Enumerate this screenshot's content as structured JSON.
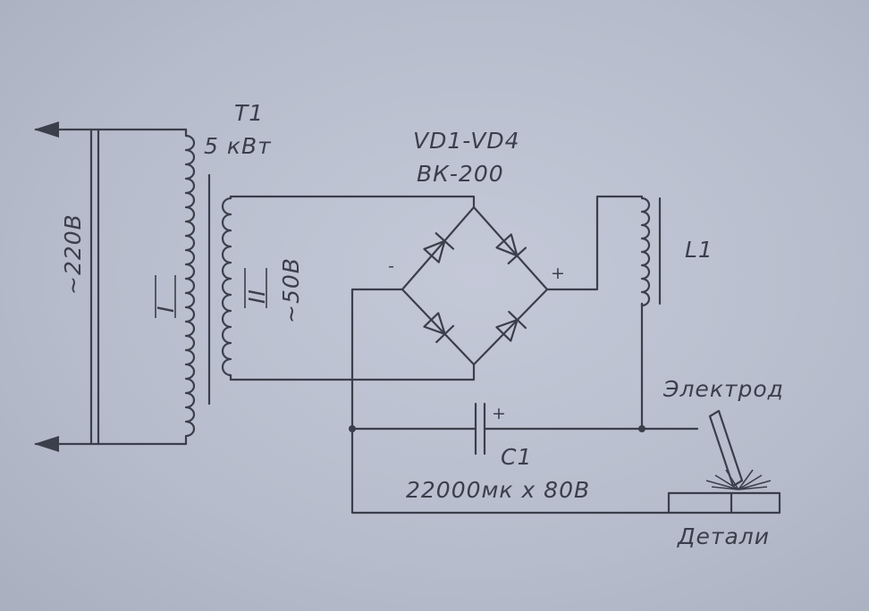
{
  "transformer": {
    "designator": "T1",
    "power": "5 кВт",
    "primary_winding": "I",
    "secondary_winding": "II",
    "input_voltage": "~220В",
    "output_voltage": "~50В"
  },
  "bridge": {
    "designator": "VD1-VD4",
    "type": "ВК-200",
    "minus_sign": "-",
    "plus_sign": "+"
  },
  "choke": {
    "designator": "L1"
  },
  "capacitor": {
    "designator": "C1",
    "value": "22000мк х 80В",
    "plus_sign": "+"
  },
  "electrode_label": "Электрод",
  "workpiece_label": "Детали",
  "colors": {
    "paper": "#b6bccb",
    "ink": "#3b3f4b"
  }
}
